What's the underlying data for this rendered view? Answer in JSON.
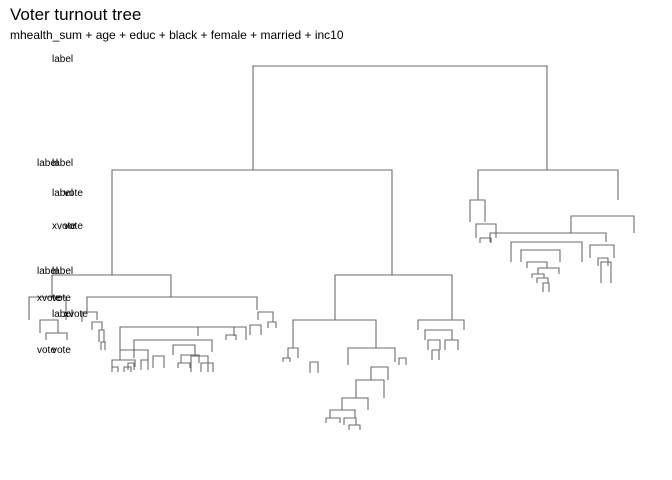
{
  "title": "Voter turnout tree",
  "subtitle": "mhealth_sum + age + educ + black + female + married + inc10",
  "chart_data": {
    "type": "dendrogram",
    "title": "Voter turnout tree",
    "subtitle": "mhealth_sum + age + educ + black + female + married + inc10",
    "line_color": "#6b6b6b",
    "grid": false,
    "text_labels": [
      {
        "text": "label",
        "col": 1,
        "row": 0
      },
      {
        "text": "label",
        "col": 0,
        "row": 1
      },
      {
        "text": "label",
        "col": 1,
        "row": 1
      },
      {
        "text": "label",
        "col": 1,
        "row": 2
      },
      {
        "text": "vote",
        "col": 2,
        "row": 2
      },
      {
        "text": "xvote",
        "col": 1,
        "row": 3
      },
      {
        "text": "vote",
        "col": 2,
        "row": 3
      },
      {
        "text": "label",
        "col": 0,
        "row": 4
      },
      {
        "text": "label",
        "col": 1,
        "row": 4
      },
      {
        "text": "xvote",
        "col": 0,
        "row": 5
      },
      {
        "text": "vote",
        "col": 1,
        "row": 5
      },
      {
        "text": "label",
        "col": 1,
        "row": 6
      },
      {
        "text": "xvote",
        "col": 2,
        "row": 6
      },
      {
        "text": "vote",
        "col": 0,
        "row": 7
      },
      {
        "text": "vote",
        "col": 1,
        "row": 7
      }
    ]
  }
}
